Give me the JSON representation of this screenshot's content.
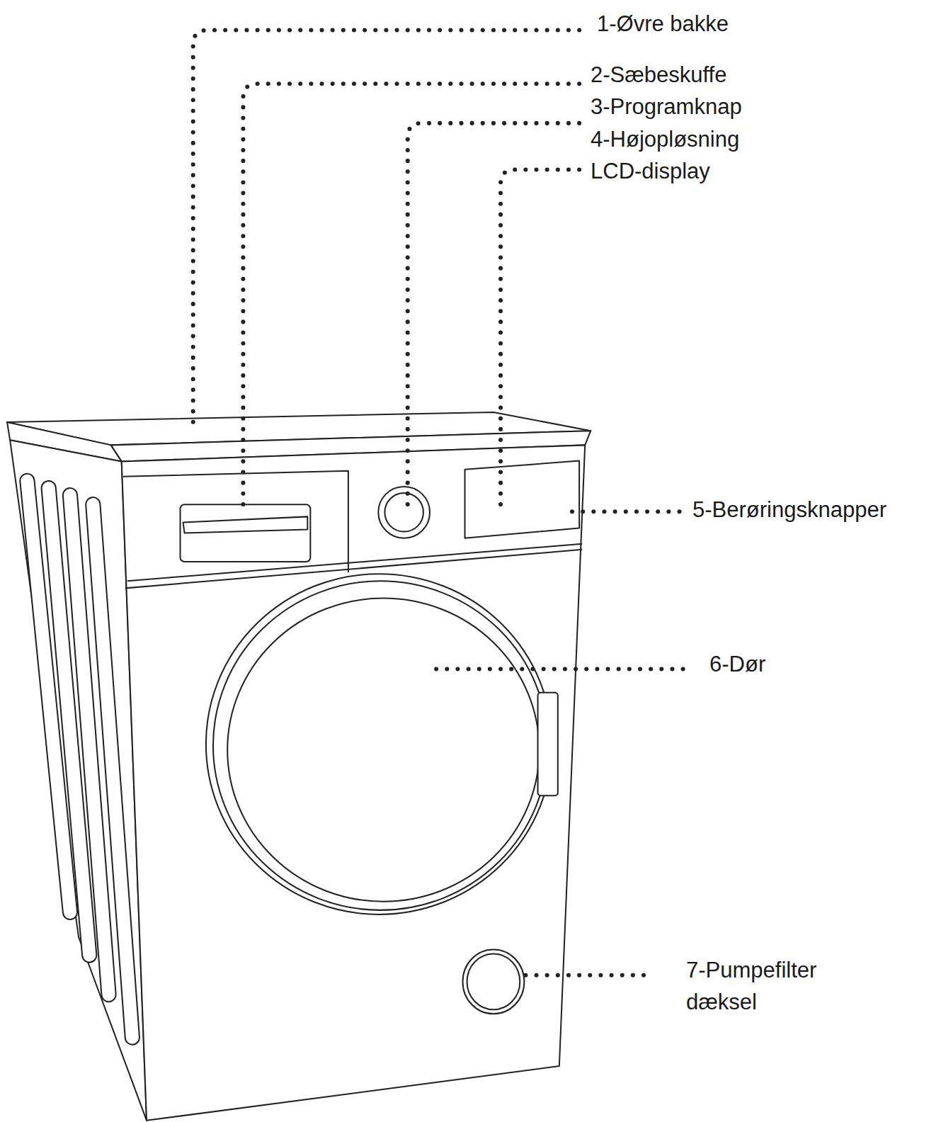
{
  "diagram": {
    "labels": [
      "1-Øvre bakke",
      "2-Sæbeskuffe",
      "3-Programknap",
      "4-Højopløsning LCD-display",
      "5-Berøringsknapper",
      "6-Dør",
      "7-Pumpefilter dæksel"
    ]
  }
}
